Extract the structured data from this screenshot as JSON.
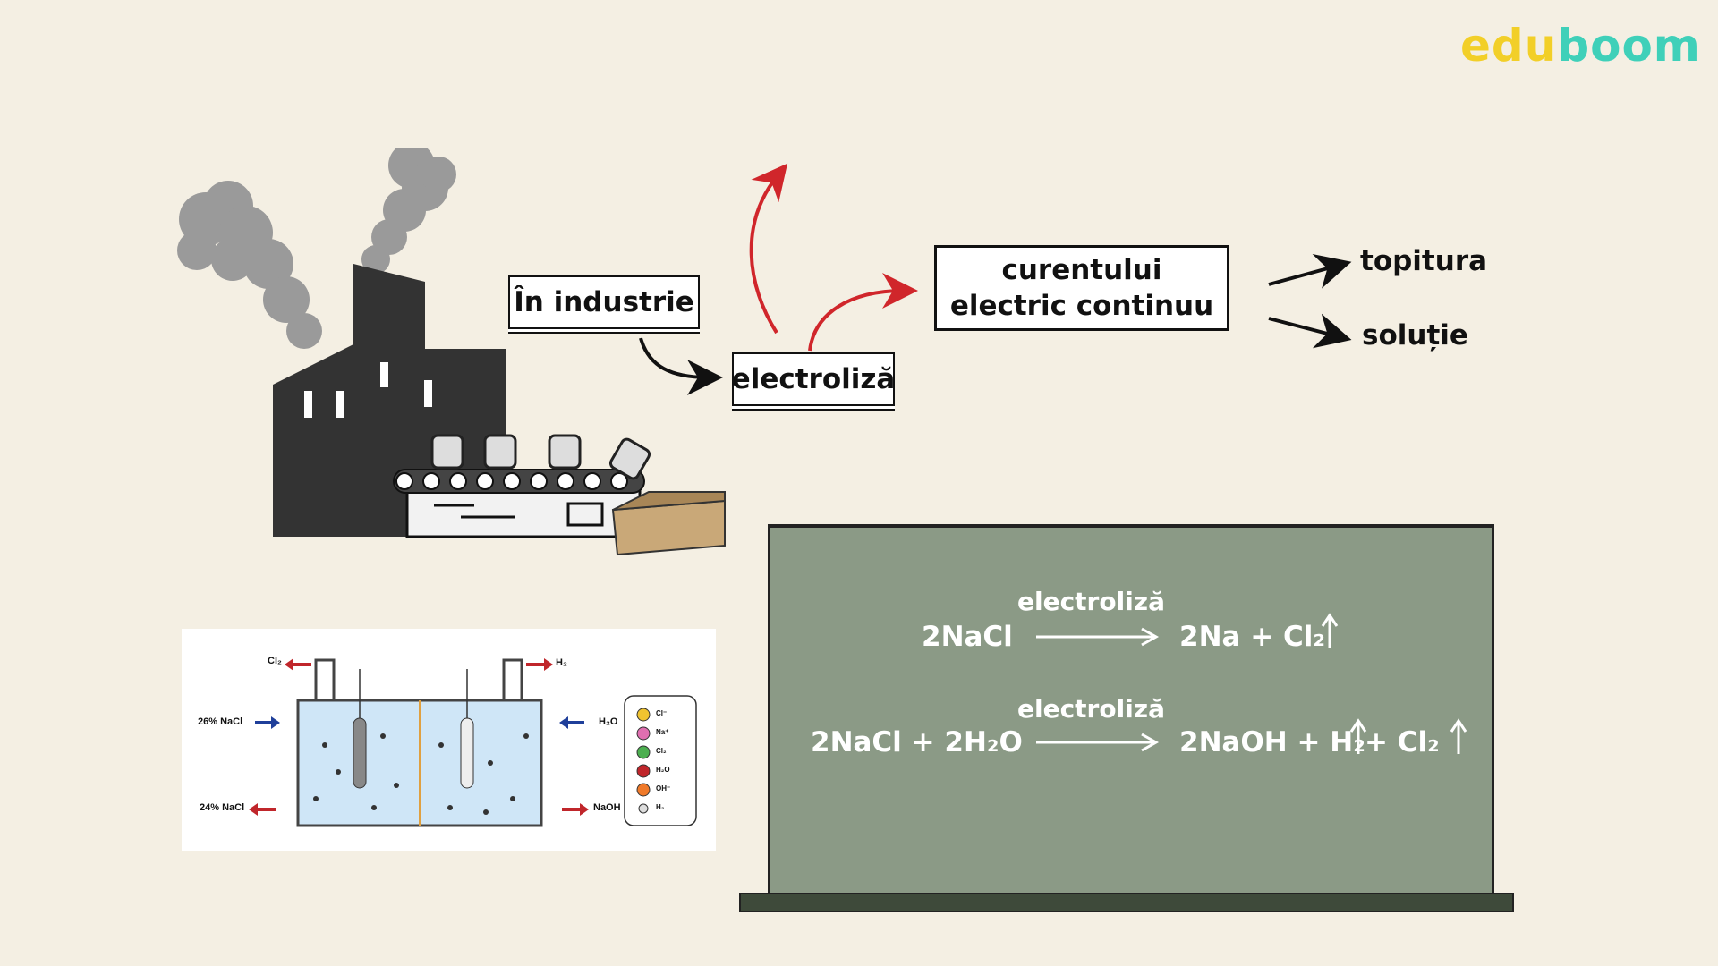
{
  "brand": {
    "part1": "edu",
    "part2": "boom",
    "color1": "#f2cf28",
    "color2": "#3fd0b9"
  },
  "labels": {
    "industry": "În industrie",
    "electrolysis": "electroliză",
    "current": "curentului electric continuu",
    "melt": "topitura",
    "solution": "soluție"
  },
  "board": {
    "eq1": {
      "left": "2NaCl",
      "arrow_label": "electroliză",
      "right": "2Na + Cl₂"
    },
    "eq2": {
      "left": "2NaCl + 2H₂O",
      "arrow_label": "electroliză",
      "right_a": "2NaOH + H₂",
      "right_b": " + Cl₂"
    },
    "color": "#8b9a86"
  },
  "cell_diagram": {
    "top_left": "Cl₂",
    "top_right": "H₂",
    "in_left": "26% NaCl",
    "in_right": "H₂O",
    "out_left": "24% NaCl",
    "out_right": "NaOH",
    "legend": [
      "Cl⁻",
      "Na⁺",
      "Cl₂",
      "H₂O",
      "OH⁻",
      "H₂"
    ]
  },
  "icons": [
    "factory-icon",
    "smoke-icon",
    "conveyor-icon",
    "box-icon",
    "arrow-icon"
  ]
}
